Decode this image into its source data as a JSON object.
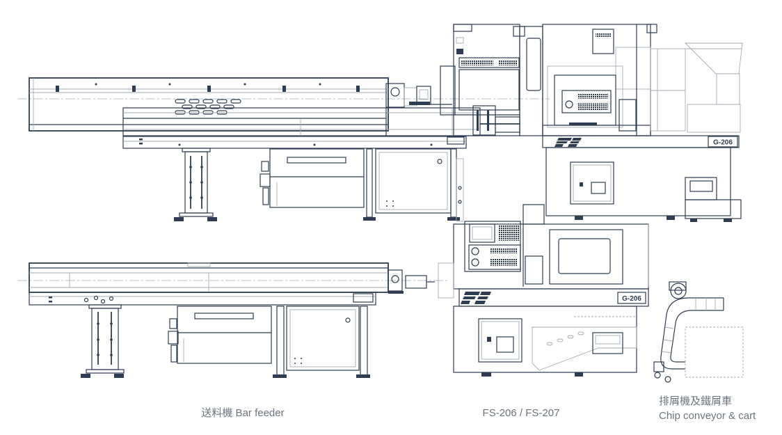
{
  "colors": {
    "line": "#2f3d52",
    "line_light": "#a3abb6",
    "caption": "#6c7480",
    "background": "#ffffff"
  },
  "machines": {
    "side_view": {
      "model_label": "G-206"
    },
    "front_view": {
      "model_label": "G-206"
    }
  },
  "captions": {
    "bar_feeder": "送料機 Bar feeder",
    "lathe": "FS-206 / FS-207",
    "chip_conveyor_zh": "排屑機及鐵屑車",
    "chip_conveyor_en": "Chip conveyor & cart"
  }
}
